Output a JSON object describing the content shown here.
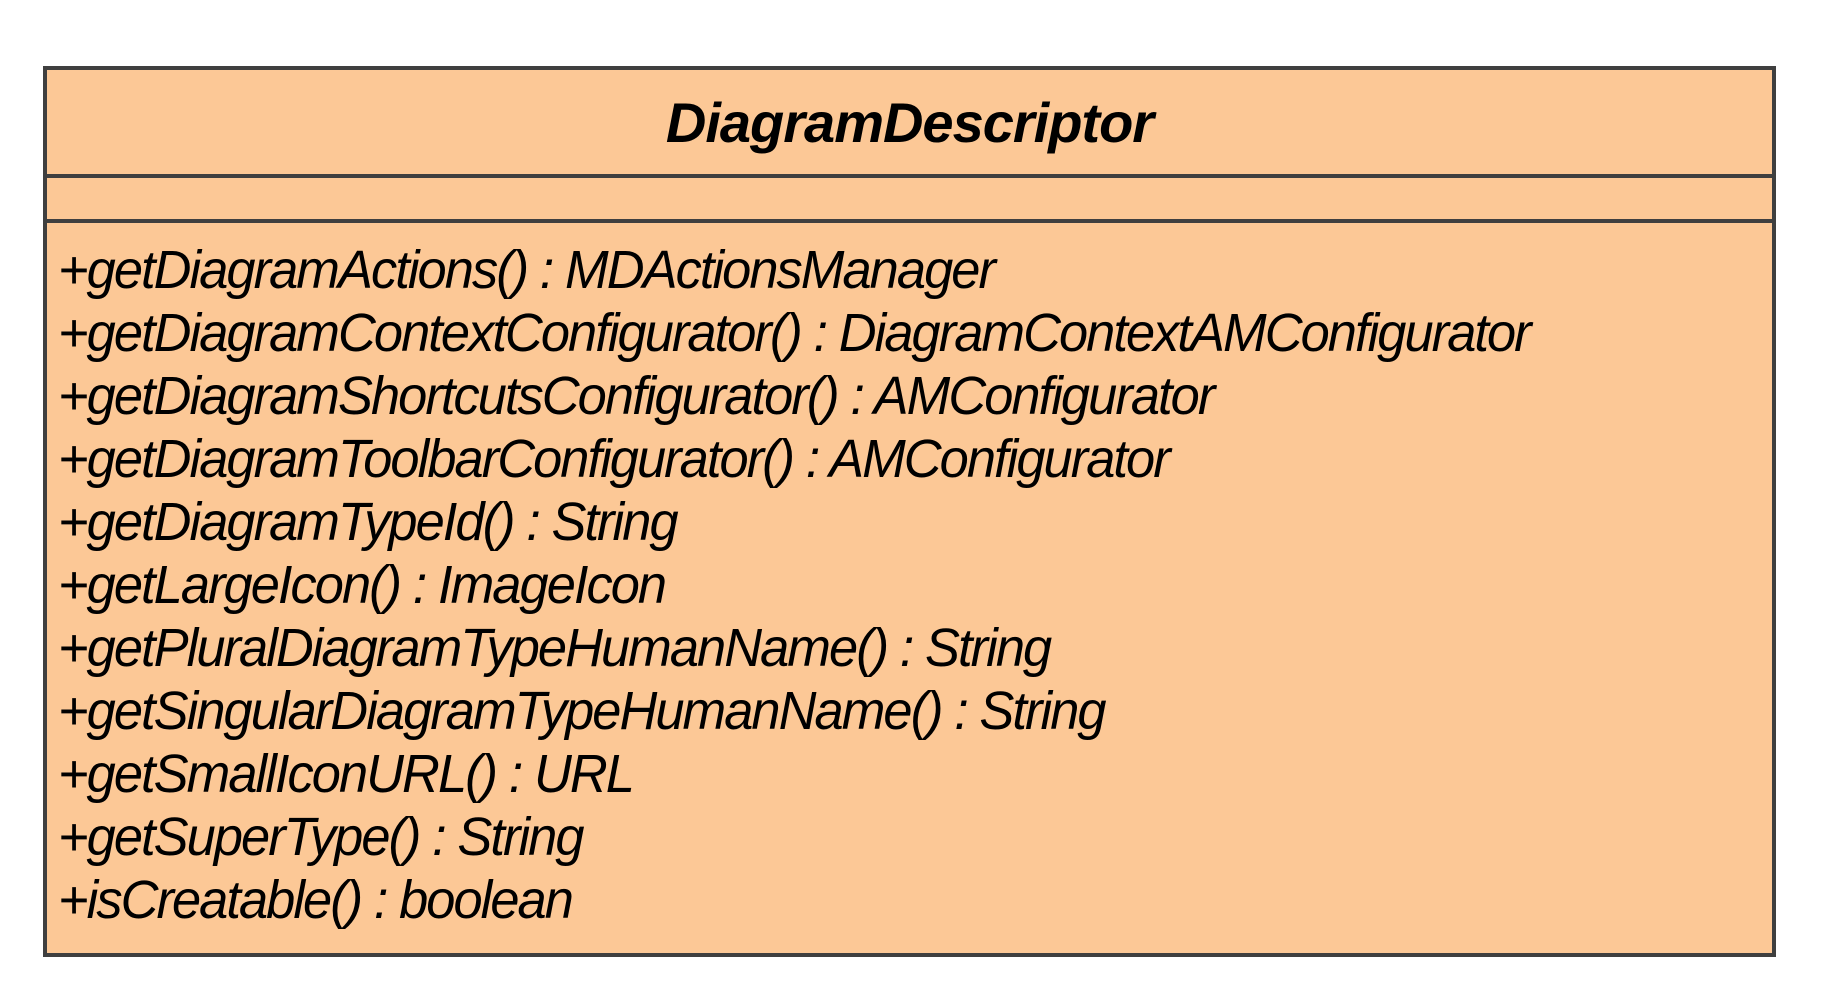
{
  "page": {
    "background_color": "#ffffff"
  },
  "uml_class": {
    "name": "DiagramDescriptor",
    "fill_color": "#fcc896",
    "border_color": "#3f3f3f",
    "text_color": "#000000",
    "attributes": [],
    "operations": [
      "+getDiagramActions() : MDActionsManager",
      "+getDiagramContextConfigurator() : DiagramContextAMConfigurator",
      "+getDiagramShortcutsConfigurator() : AMConfigurator",
      "+getDiagramToolbarConfigurator() : AMConfigurator",
      "+getDiagramTypeId() : String",
      "+getLargeIcon() : ImageIcon",
      "+getPluralDiagramTypeHumanName() : String",
      "+getSingularDiagramTypeHumanName() : String",
      "+getSmallIconURL() : URL",
      "+getSuperType() : String",
      "+isCreatable() : boolean"
    ]
  }
}
